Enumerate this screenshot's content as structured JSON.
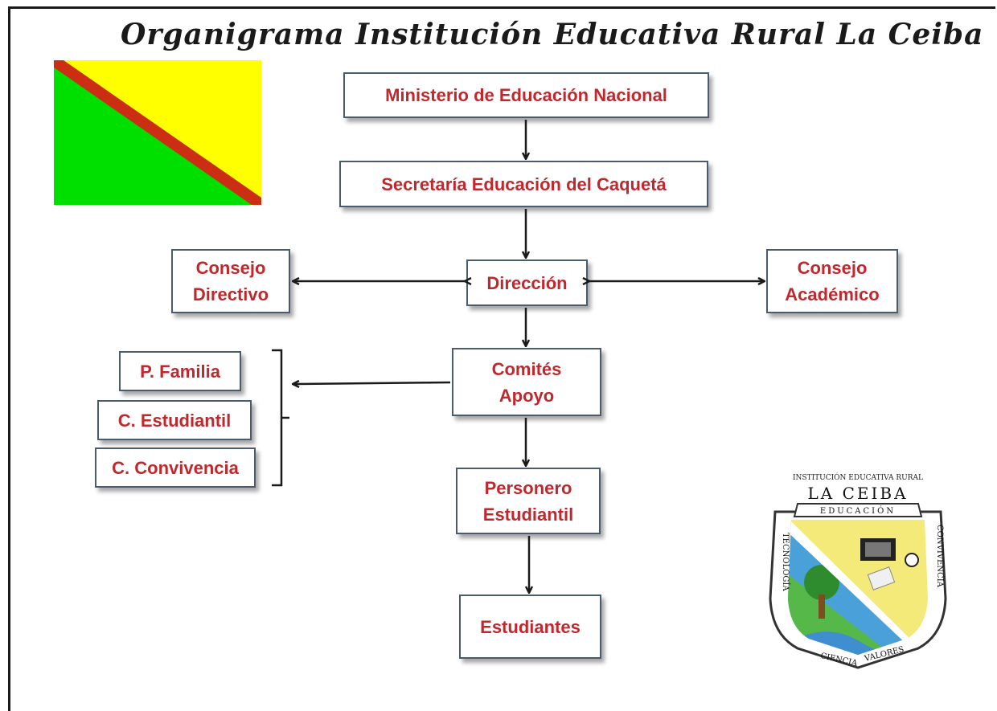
{
  "title": "Organigrama Institución Educativa Rural La Ceiba",
  "flag": {
    "colors": [
      "#ffff00",
      "#00e000",
      "#cc2e14"
    ]
  },
  "nodes": {
    "ministerio": "Ministerio de Educación Nacional",
    "secretaria": "Secretaría Educación del Caquetá",
    "consejo_directivo": [
      "Consejo",
      "Directivo"
    ],
    "direccion": "Dirección",
    "consejo_academico": [
      "Consejo",
      "Académico"
    ],
    "comites_apoyo": [
      "Comités",
      "Apoyo"
    ],
    "p_familia": "P. Familia",
    "c_estudiantil": "C. Estudiantil",
    "c_convivencia": "C. Convivencia",
    "personero": [
      "Personero",
      "Estudiantil"
    ],
    "estudiantes": "Estudiantes"
  },
  "crest": {
    "top_text": "INSTITUCIÓN EDUCATIVA RURAL",
    "name": "LA CEIBA",
    "banner": "EDUCACIÓN",
    "left_text": "TECNOLOGÍA",
    "right_text": "CONVIVENCIA",
    "bottom_left": "CIENCIA",
    "bottom_right": "VALORES"
  },
  "colors": {
    "node_text": "#c0282d",
    "node_border": "#4a5b70",
    "arrow": "#1a1a1a"
  }
}
